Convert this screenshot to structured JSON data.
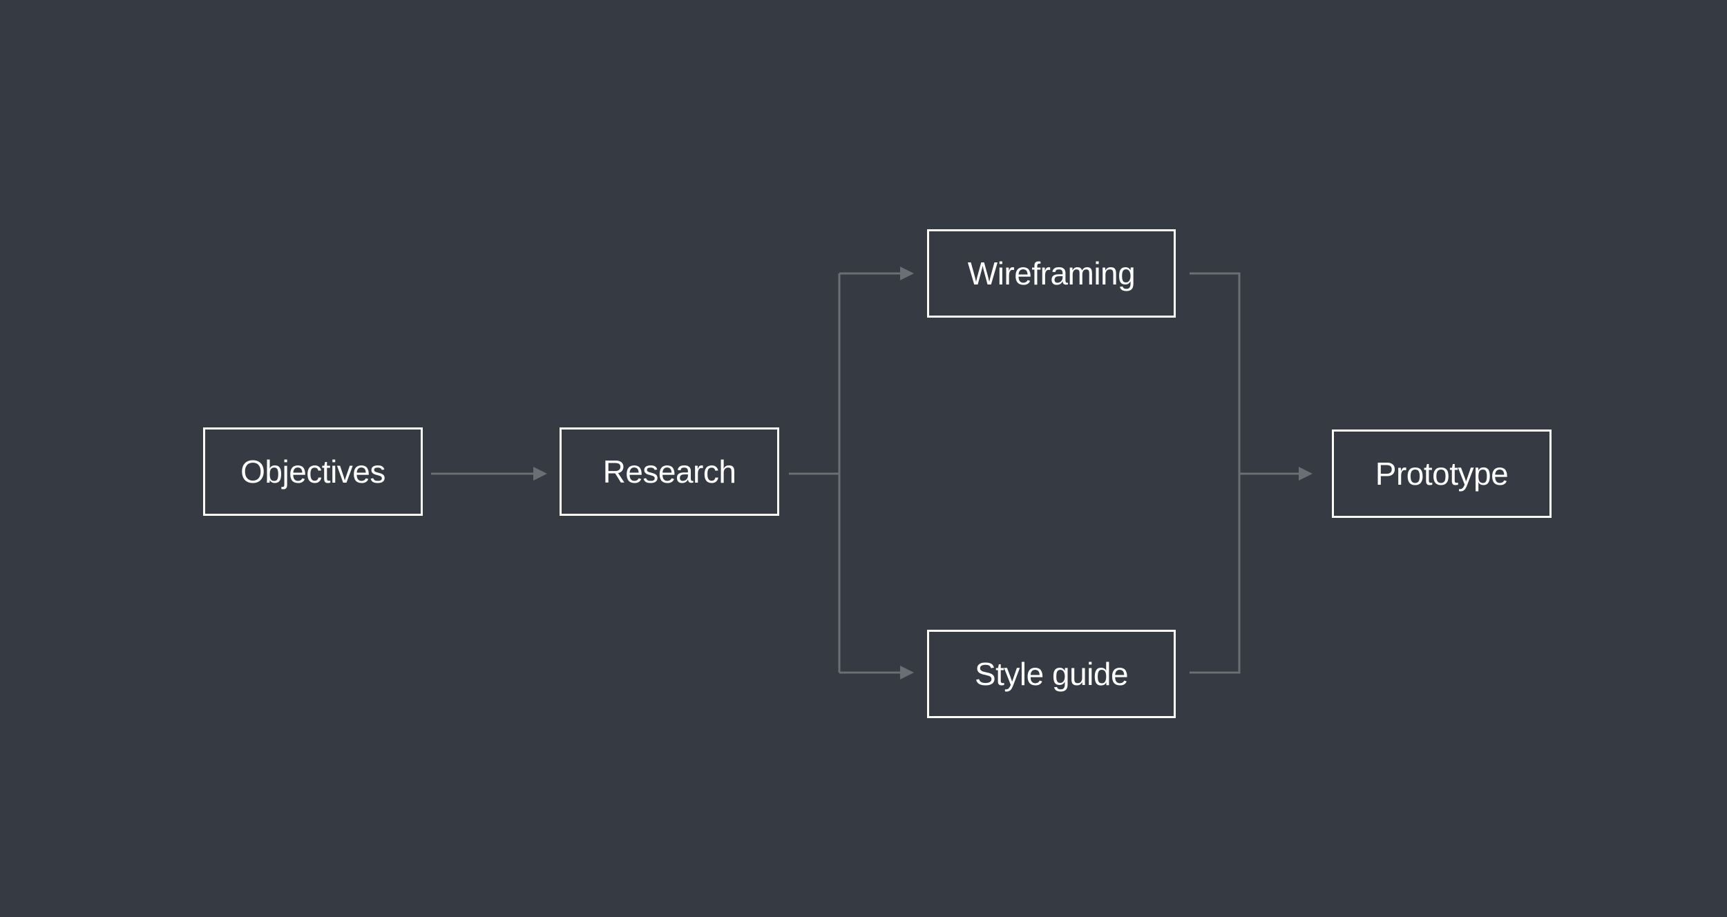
{
  "diagram": {
    "background_color": "#353a43",
    "node_border_color": "#ffffff",
    "node_text_color": "#ffffff",
    "connector_color": "#6b6e73",
    "nodes": {
      "objectives": "Objectives",
      "research": "Research",
      "wireframing": "Wireframing",
      "style_guide": "Style guide",
      "prototype": "Prototype"
    },
    "edges": [
      {
        "from": "Objectives",
        "to": "Research"
      },
      {
        "from": "Research",
        "to": "Wireframing"
      },
      {
        "from": "Research",
        "to": "Style guide"
      },
      {
        "from": "Wireframing",
        "to": "Prototype"
      },
      {
        "from": "Style guide",
        "to": "Prototype"
      }
    ]
  }
}
